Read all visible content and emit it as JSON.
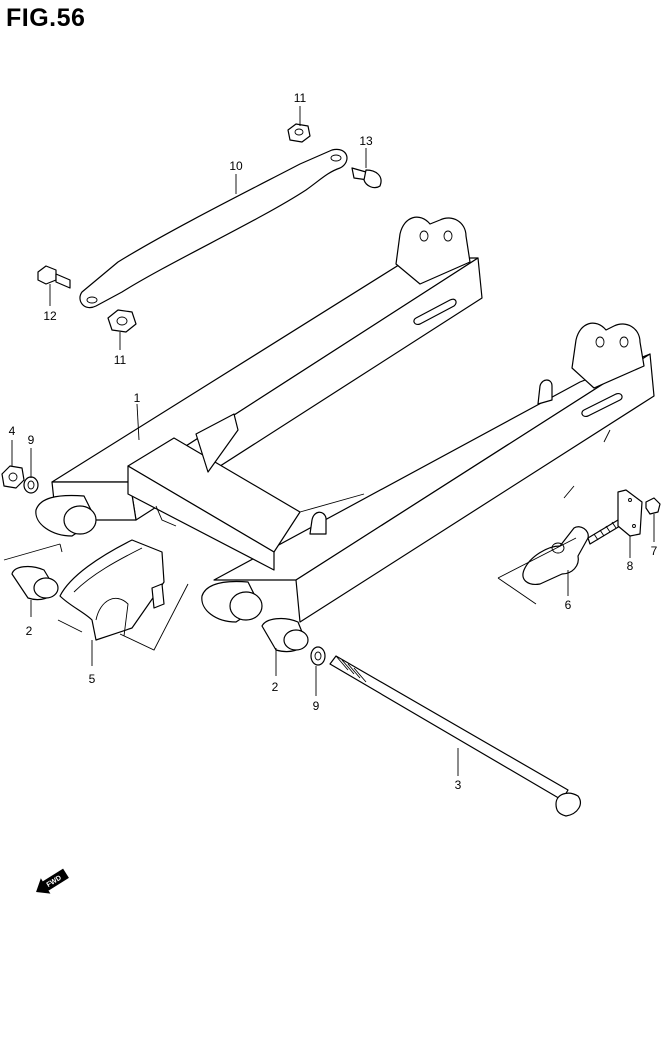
{
  "figure": {
    "title": "FIG.56"
  },
  "callouts": [
    "1",
    "2",
    "2",
    "3",
    "4",
    "5",
    "6",
    "7",
    "8",
    "9",
    "9",
    "10",
    "11",
    "11",
    "12",
    "13"
  ],
  "fwd_marker": {
    "text": "FWD"
  }
}
